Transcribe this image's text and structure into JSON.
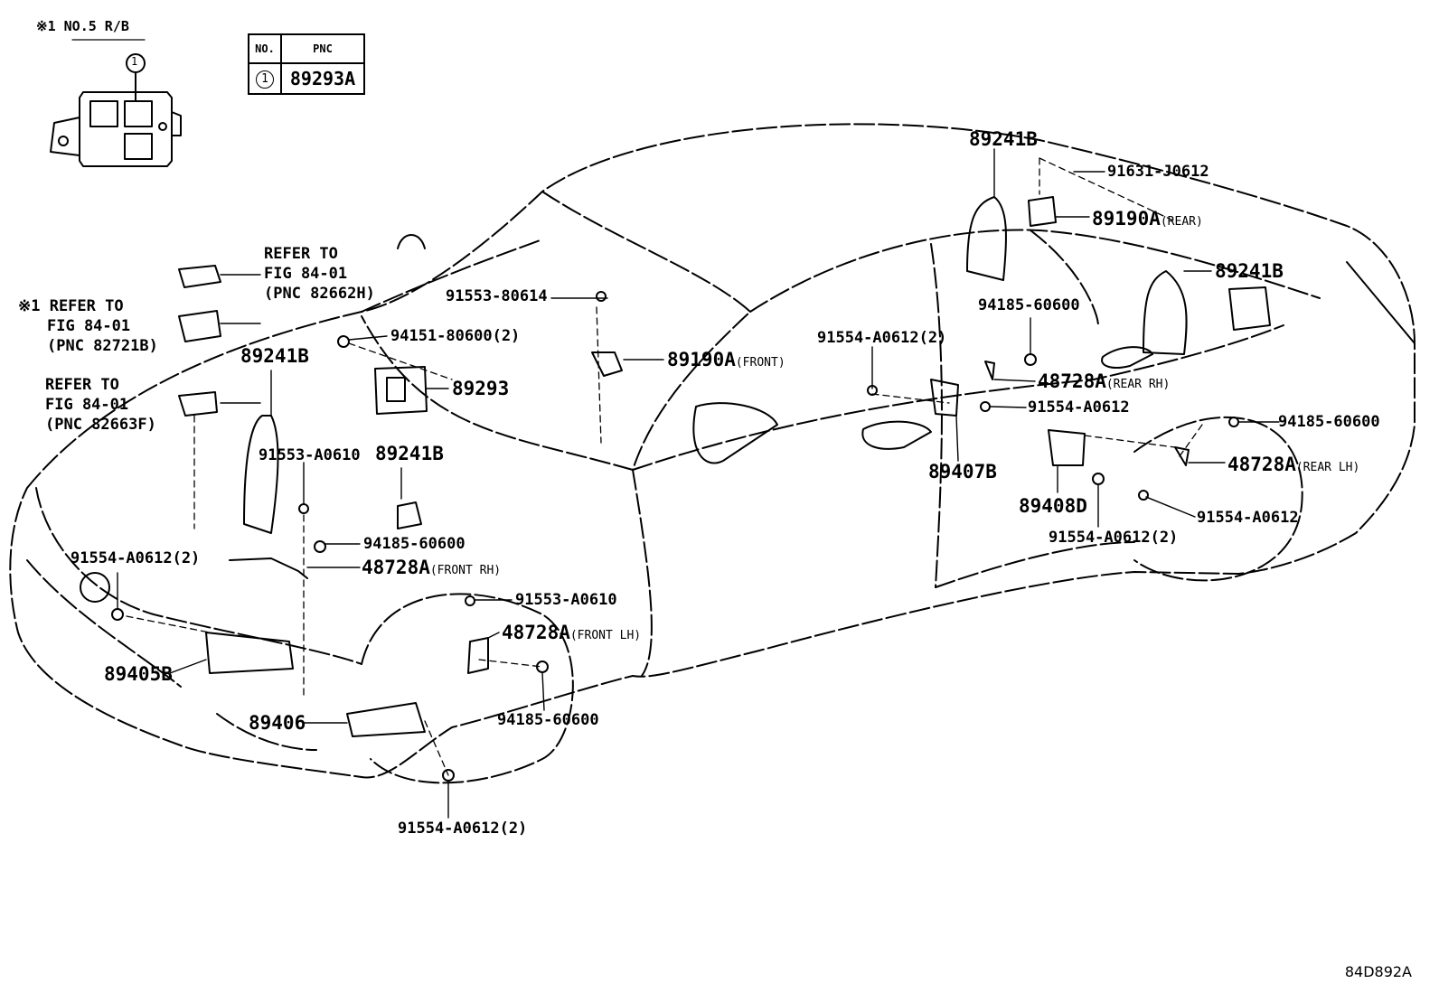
{
  "relay_box": {
    "title": "※1 NO.5 R/B",
    "callout": "1"
  },
  "pnc_table": {
    "headers": [
      "NO.",
      "PNC"
    ],
    "rows": [
      {
        "no": "1",
        "pnc": "89293A"
      }
    ]
  },
  "references": [
    {
      "lines": [
        "REFER TO",
        "FIG 84-01",
        "(PNC 82662H)"
      ]
    },
    {
      "lines": [
        "※1 REFER TO",
        "FIG 84-01",
        "(PNC 82721B)"
      ]
    },
    {
      "lines": [
        "REFER TO",
        "FIG 84-01",
        "(PNC 82663F)"
      ]
    }
  ],
  "parts": {
    "p89241b_roof": "89241B",
    "p91631_j0612": "91631-J0612",
    "p89190a_rear": "89190A",
    "p89190a_rear_note": "(REAR)",
    "p89241b_rear": "89241B",
    "p94185_60600_rr": "94185-60600",
    "p91553_80614": "91553-80614",
    "p94151_80600": "94151-80600(2)",
    "p89190a_front": "89190A",
    "p89190a_front_note": "(FRONT)",
    "p89293": "89293",
    "p89241b_front": "89241B",
    "p91554_a0612_2_mid": "91554-A0612(2)",
    "p48728a_rear_rh": "48728A",
    "p48728a_rear_rh_note": "(REAR RH)",
    "p91554_a0612_mid": "91554-A0612",
    "p91553_a0610_front": "91553-A0610",
    "p89241b_center": "89241B",
    "p94185_60600_rear_lh": "94185-60600",
    "p48728a_rear_lh": "48728A",
    "p48728a_rear_lh_note": "(REAR LH)",
    "p89407b": "89407B",
    "p89408d": "89408D",
    "p91554_a0612_rear": "91554-A0612",
    "p91554_a0612_2_rear": "91554-A0612(2)",
    "p94185_60600_front": "94185-60600",
    "p91554_a0612_2_left": "91554-A0612(2)",
    "p48728a_front_rh": "48728A",
    "p48728a_front_rh_note": "(FRONT RH)",
    "p91553_a0610_wheel": "91553-A0610",
    "p48728a_front_lh": "48728A",
    "p48728a_front_lh_note": "(FRONT LH)",
    "p89405b": "89405B",
    "p89406": "89406",
    "p94185_60600_wheel": "94185-60600",
    "p91554_a0612_2_bottom": "91554-A0612(2)"
  },
  "catalog_number": "84D892A"
}
